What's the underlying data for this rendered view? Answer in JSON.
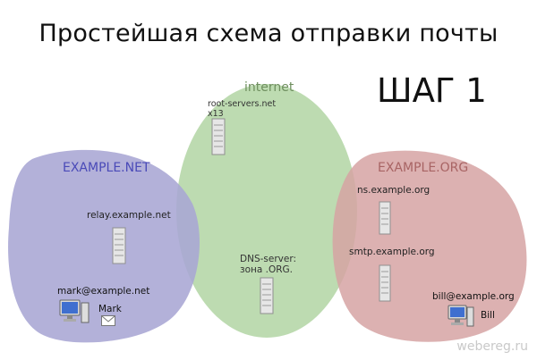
{
  "title": "Простейшая схема отправки почты",
  "step": "ШАГ 1",
  "zones": {
    "internet": {
      "label": "internet",
      "root_servers": "root-servers.net",
      "root_count": "x13",
      "dns_line1": "DNS-server:",
      "dns_line2": "зона .ORG."
    },
    "example_net": {
      "label": "EXAMPLE.NET",
      "relay": "relay.example.net",
      "email": "mark@example.net",
      "user": "Mark"
    },
    "example_org": {
      "label": "EXAMPLE.ORG",
      "ns": "ns.example.org",
      "smtp": "smtp.example.org",
      "email": "bill@example.org",
      "user": "Bill"
    }
  },
  "colors": {
    "net_zone": "#a9a6d4",
    "internet_zone": "#b4d6a6",
    "org_zone": "#d6a3a3",
    "net_label": "#4a4ab8",
    "internet_label": "#6f8f5f",
    "org_label": "#a86464"
  },
  "icons": [
    "server-icon",
    "computer-icon",
    "envelope-icon"
  ],
  "watermark": "webereg.ru"
}
